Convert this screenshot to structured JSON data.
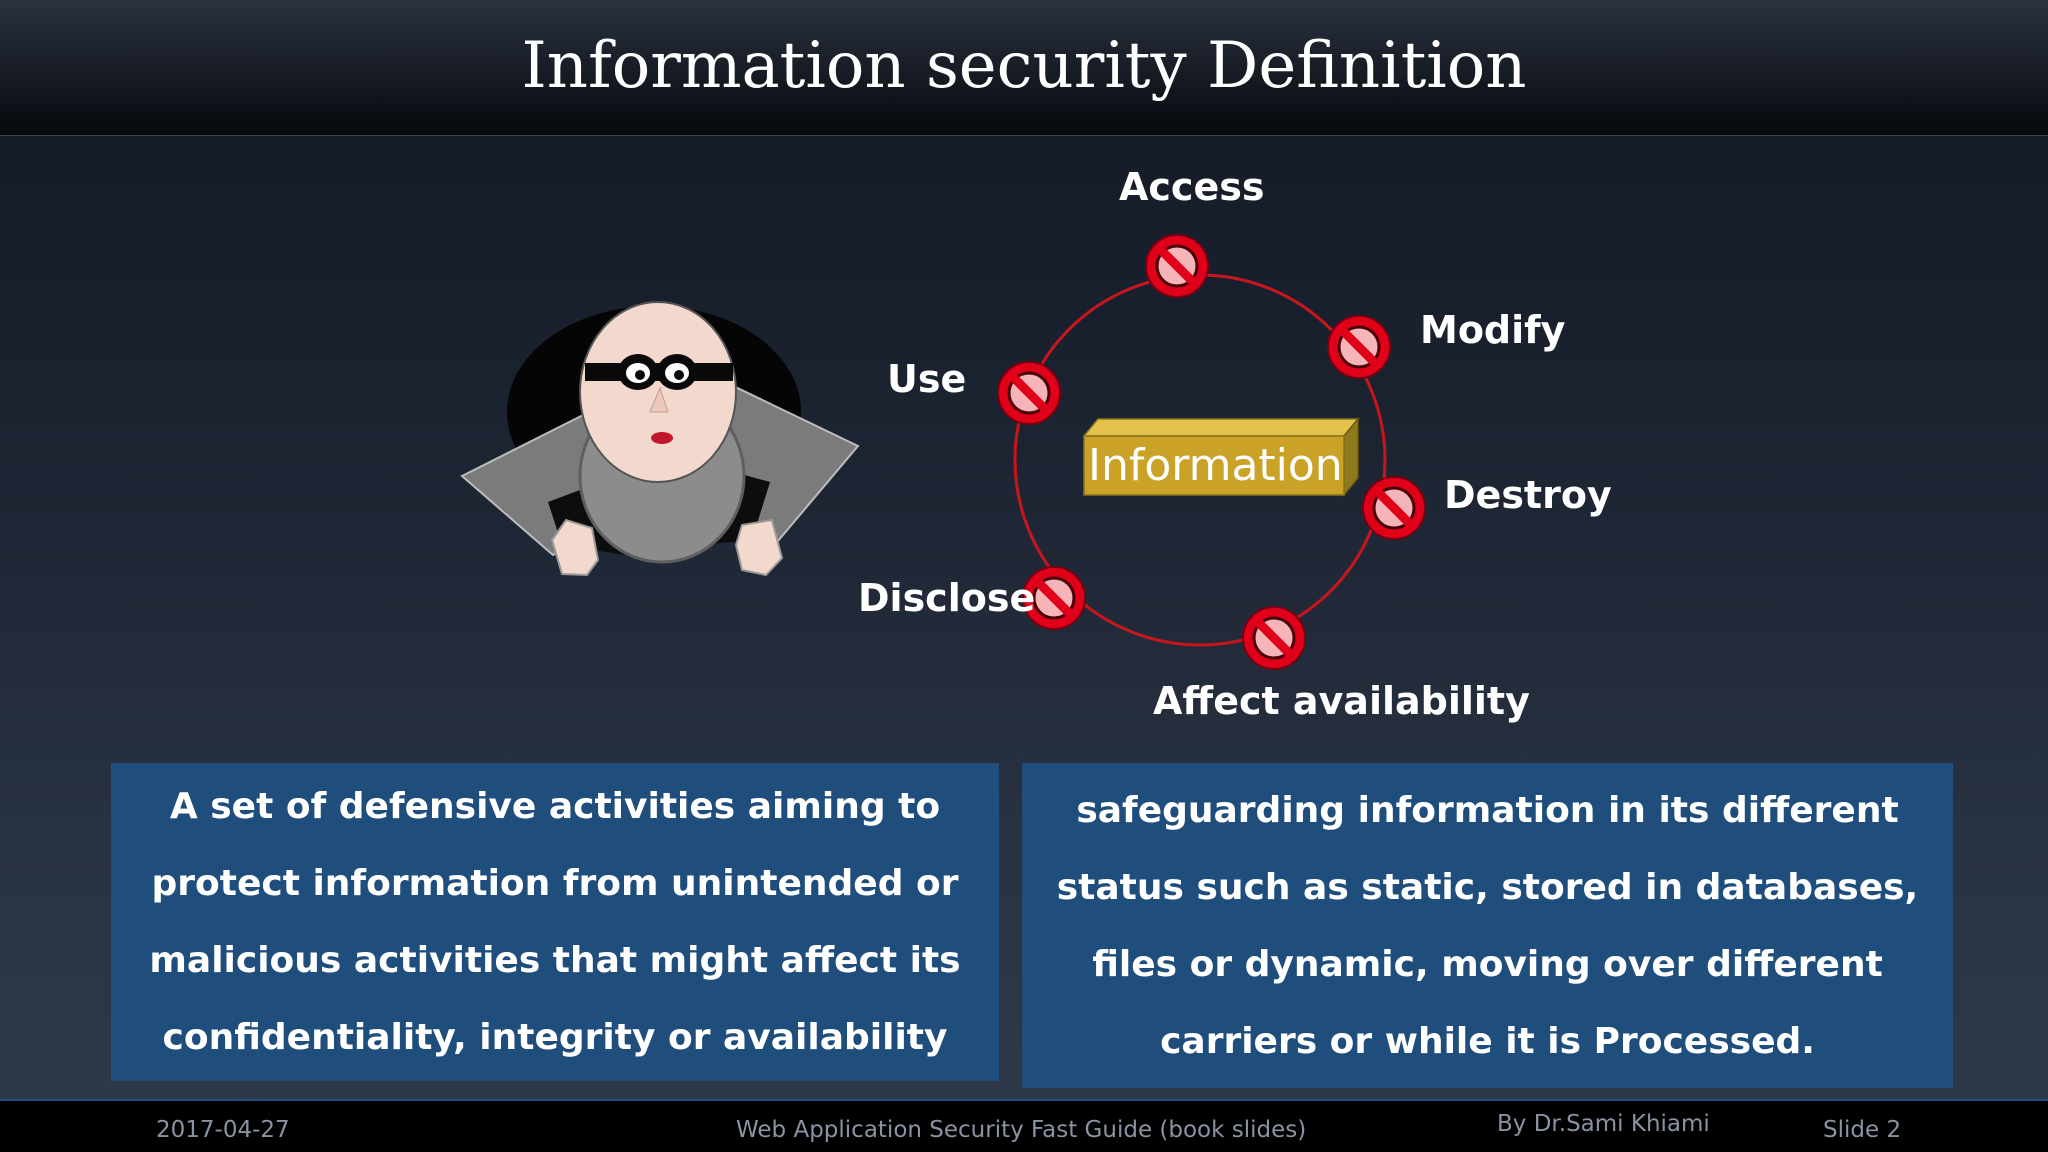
{
  "slide": {
    "title": "Information security Definition",
    "diagram": {
      "center_label": "Information",
      "threats": [
        "Access",
        "Modify",
        "Destroy",
        "Affect availability",
        "Disclose",
        "Use"
      ]
    },
    "definitions": [
      "A set of defensive activities aiming to protect information from unintended or malicious activities that might affect its confidentiality, integrity or availability",
      "safeguarding information in its different status such as static, stored in databases, files or dynamic, moving over different carriers or while it is Processed."
    ],
    "footer": {
      "date": "2017-04-27",
      "course": "Web Application Security  Fast Guide (book slides)",
      "author": "By Dr.Sami Khiami",
      "slide_number": "Slide 2"
    }
  },
  "icons": {
    "threat_marker": "prohibited-icon",
    "character": "burglar-illustration"
  },
  "colors": {
    "panel_background": "#1f4e7c",
    "prohibit_red": "#e1001a",
    "info_box": "#c9a227",
    "ring": "#c8161d"
  }
}
